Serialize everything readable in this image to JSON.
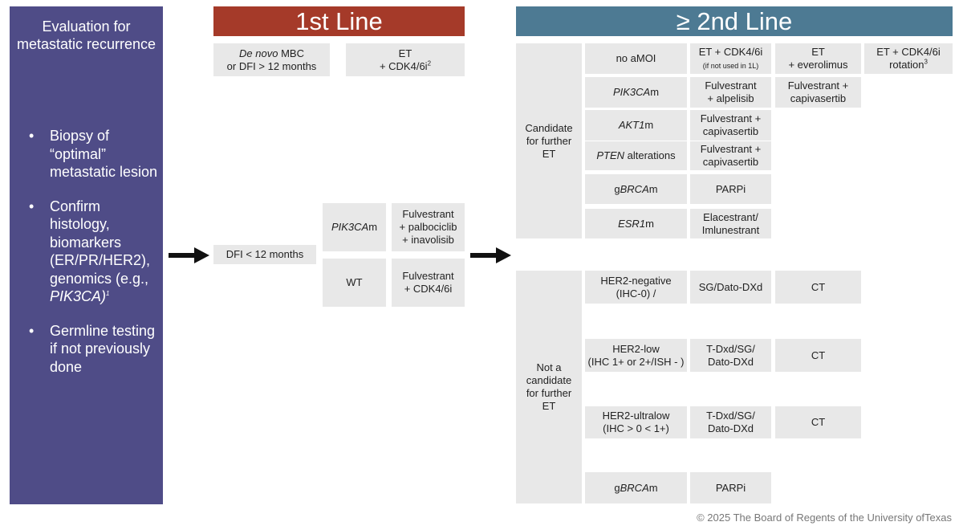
{
  "sidebar": {
    "title": "Evaluation for metastatic recurrence",
    "bullets": [
      {
        "text": "Biopsy of “optimal” metastatic lesion"
      },
      {
        "text": "Confirm histology, biomarkers (ER/PR/HER2), genomics (e.g., ",
        "italic": "PIK3CA)",
        "sup": "1"
      },
      {
        "text": "Germline testing if not previously done"
      }
    ]
  },
  "headers": {
    "first_line": "1st Line",
    "second_line": "≥ 2nd Line"
  },
  "first_line": {
    "denovo": {
      "italic": "De novo",
      "rest": " MBC",
      "line2": "or DFI > 12 months"
    },
    "et_cdk": {
      "line1": "ET",
      "line2": "+ CDK4/6i",
      "sup": "2"
    },
    "dfi_lt12": "DFI < 12 months",
    "pik3cam": {
      "italic": "PIK3CA",
      "rest": "m"
    },
    "pik3cam_tx": [
      "Fulvestrant",
      "+ palbociclib",
      "+ inavolisib"
    ],
    "wt": "WT",
    "wt_tx": [
      "Fulvestrant",
      "+ CDK4/6i"
    ]
  },
  "second_line": {
    "candidate_label": [
      "Candidate",
      "for further",
      "ET"
    ],
    "not_candidate_label": [
      "Not a",
      "candidate",
      "for further",
      "ET"
    ],
    "no_amoi": "no aMOI",
    "no_amoi_tx1": {
      "line1": "ET + CDK4/6i",
      "note": "(if not used in 1L)"
    },
    "no_amoi_tx2": [
      "ET",
      "+ everolimus"
    ],
    "no_amoi_tx3": {
      "line1": "ET + CDK4/6i",
      "line2": "rotation",
      "sup": "3"
    },
    "pik3cam": {
      "italic": "PIK3CA",
      "rest": "m"
    },
    "pik3cam_tx1": [
      "Fulvestrant",
      "+ alpelisib"
    ],
    "pik3cam_tx2": [
      "Fulvestrant +",
      "capivasertib"
    ],
    "akt1m": {
      "italic": "AKT1",
      "rest": "m"
    },
    "akt1m_tx": [
      "Fulvestrant +",
      "capivasertib"
    ],
    "pten": {
      "italic": "PTEN",
      "rest": " alterations"
    },
    "pten_tx": [
      "Fulvestrant +",
      "capivasertib"
    ],
    "gbrcam1": {
      "pre": "g",
      "italic": "BRCA",
      "rest": "m"
    },
    "gbrcam1_tx": "PARPi",
    "esr1m": {
      "italic": "ESR1",
      "rest": "m"
    },
    "esr1m_tx": [
      "Elacestrant/",
      "Imlunestrant"
    ],
    "her2neg": [
      "HER2-negative",
      "(IHC-0) /"
    ],
    "her2neg_tx": "SG/Dato-DXd",
    "her2neg_ct": "CT",
    "her2low": [
      "HER2-low",
      "(IHC 1+ or 2+/ISH - )"
    ],
    "her2low_tx": [
      "T-Dxd/SG/",
      "Dato-DXd"
    ],
    "her2low_ct": "CT",
    "her2ultra": [
      "HER2-ultralow",
      "(IHC > 0 < 1+)"
    ],
    "her2ultra_tx": [
      "T-Dxd/SG/",
      "Dato-DXd"
    ],
    "her2ultra_ct": "CT",
    "gbrcam2": {
      "pre": "g",
      "italic": "BRCA",
      "rest": "m"
    },
    "gbrcam2_tx": "PARPi"
  },
  "copyright": "© 2025 The Board of Regents of the University ofTexas",
  "colors": {
    "sidebar": "#4f4c87",
    "first_line_header": "#a53a29",
    "second_line_header": "#4d7a93",
    "box": "#e8e8e8"
  },
  "icons": [
    "right-arrow-icon",
    "right-arrow-icon"
  ]
}
